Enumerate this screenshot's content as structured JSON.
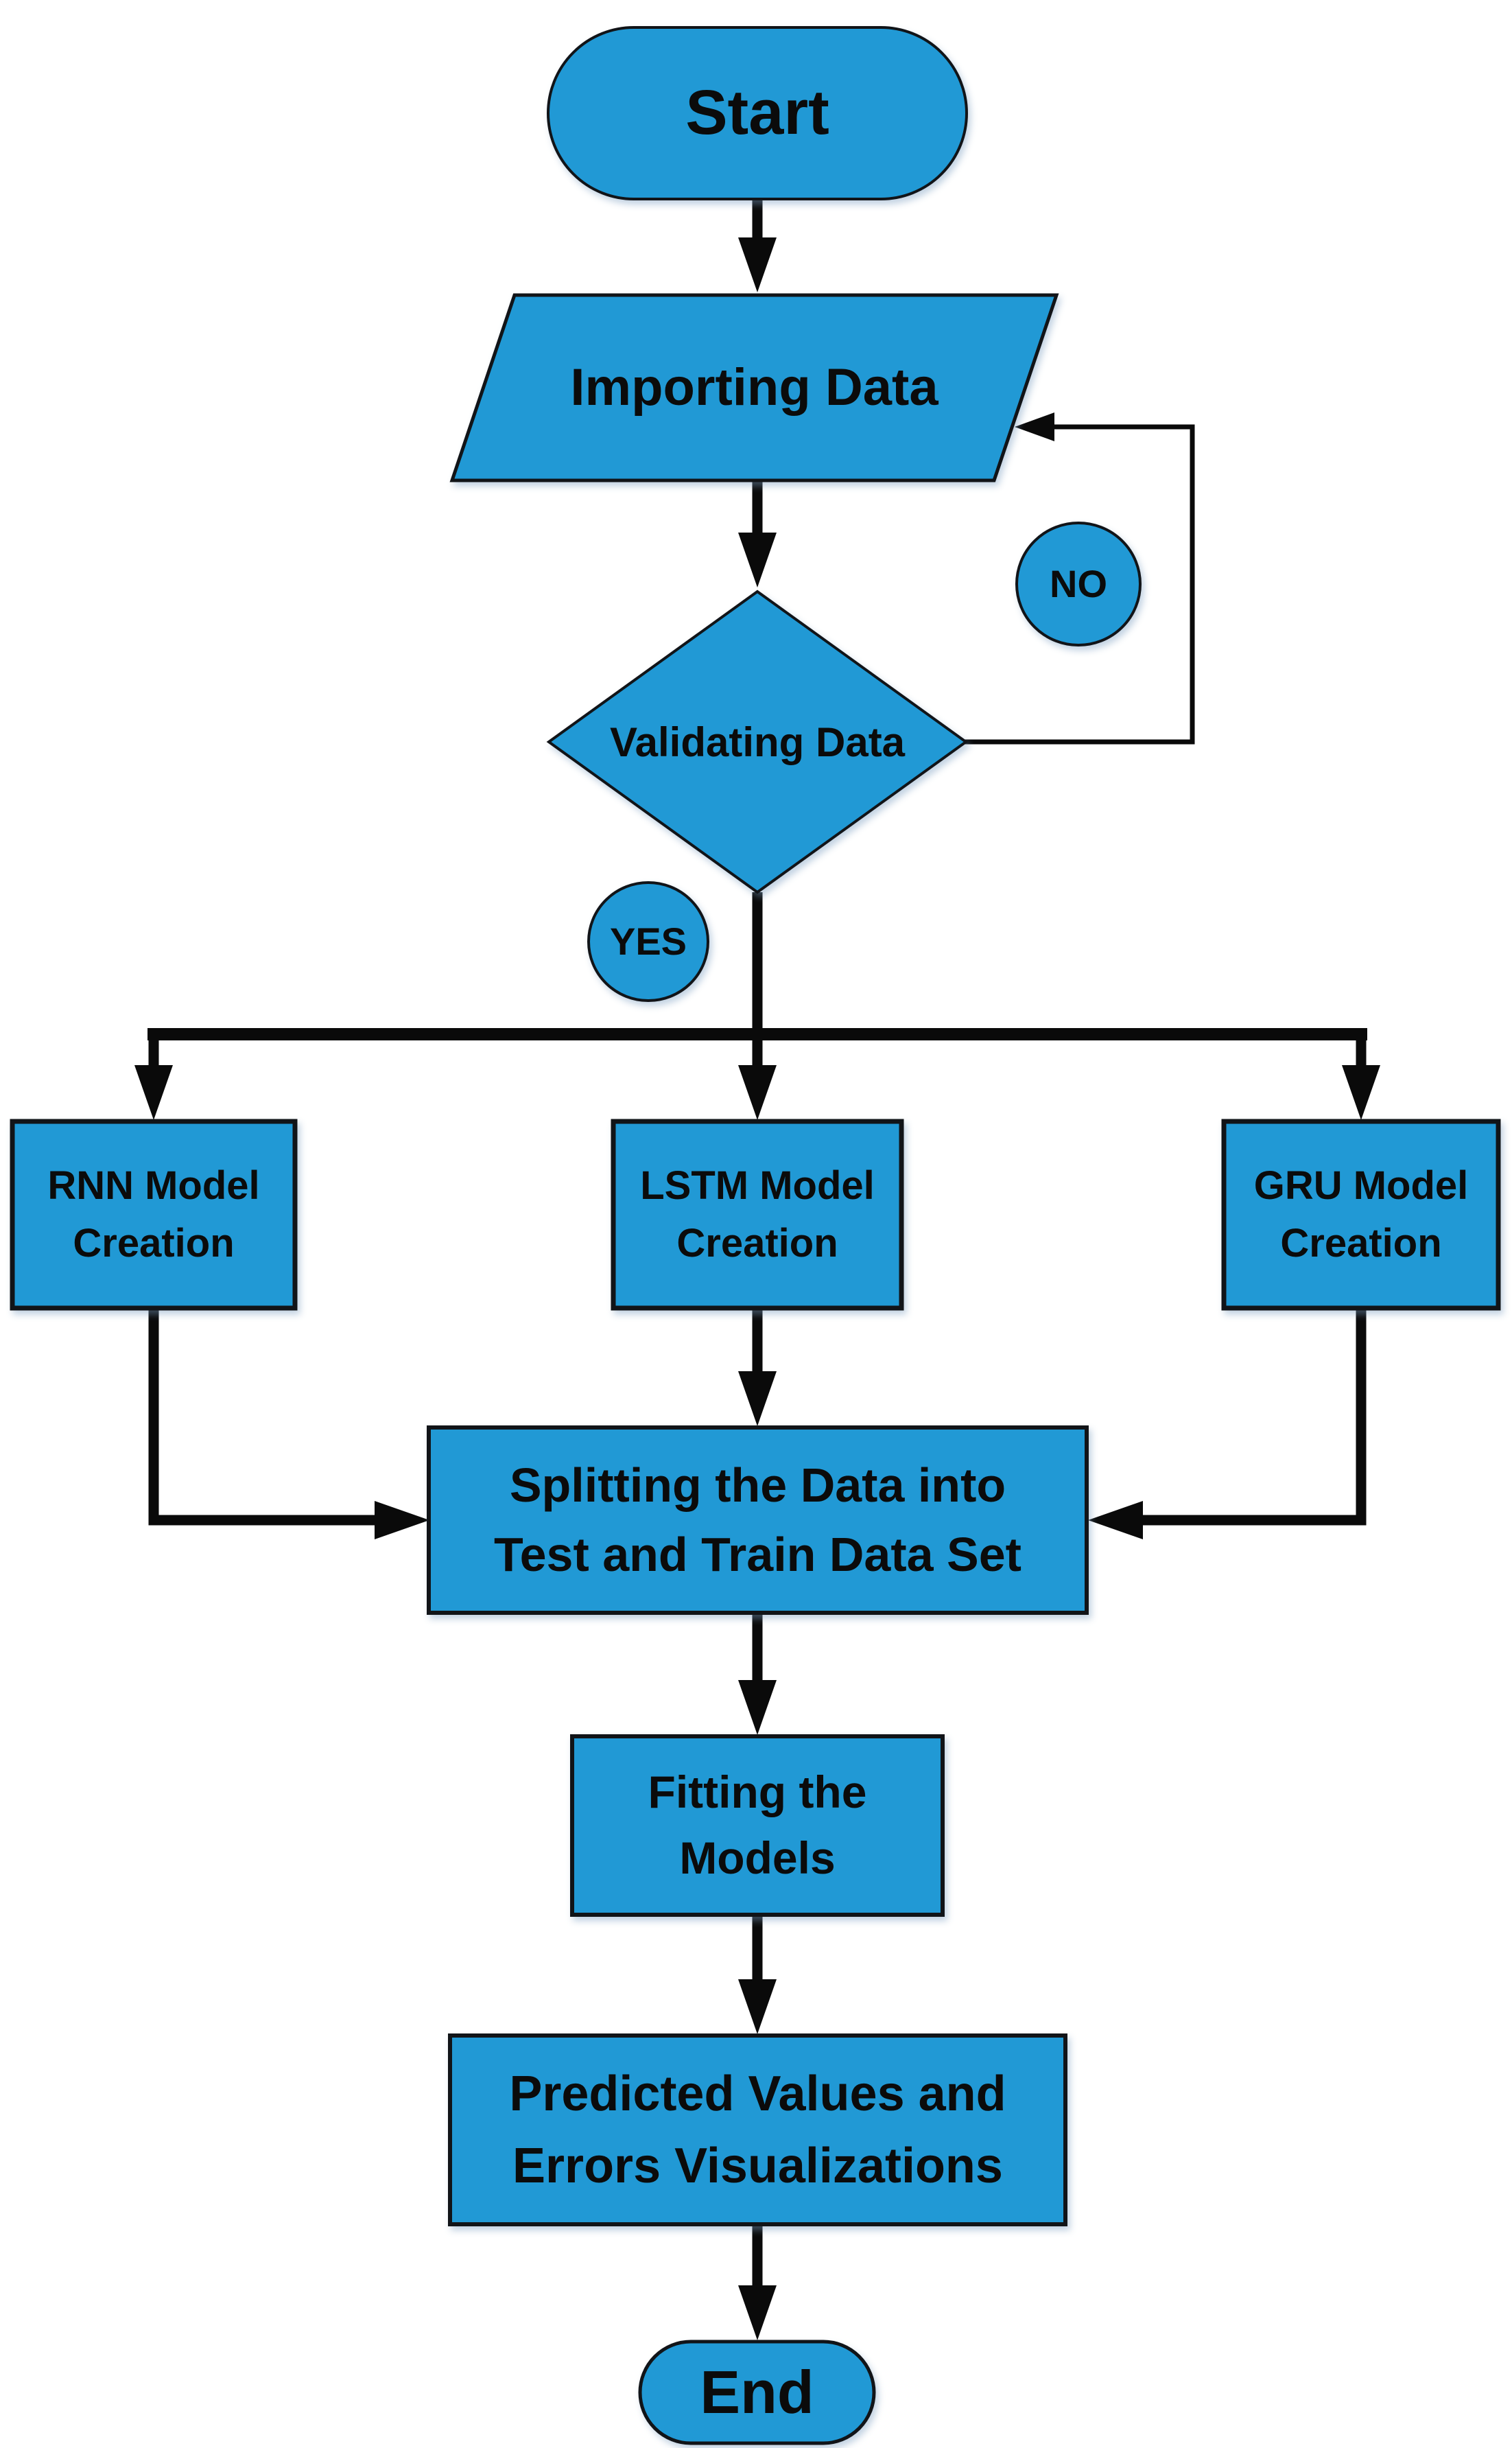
{
  "page": {
    "background": "#ffffff"
  },
  "palette": {
    "node_fill": "#2199d5",
    "node_stroke": "#111418",
    "arrow_color": "#0a0a0a",
    "text_color": "#0b0b0b"
  },
  "diagram": {
    "type": "flowchart",
    "nodes": {
      "start": {
        "label": "Start",
        "shape": "terminator"
      },
      "importing": {
        "label": "Importing Data",
        "shape": "parallelogram"
      },
      "validating": {
        "label": "Validating Data",
        "shape": "decision"
      },
      "no_badge": {
        "label": "NO",
        "shape": "ellipse"
      },
      "yes_badge": {
        "label": "YES",
        "shape": "ellipse"
      },
      "rnn": {
        "label": "RNN Model\nCreation",
        "shape": "process"
      },
      "lstm": {
        "label": "LSTM Model\nCreation",
        "shape": "process"
      },
      "gru": {
        "label": "GRU Model\nCreation",
        "shape": "process"
      },
      "splitting": {
        "label": "Splitting the Data into\nTest and Train Data Set",
        "shape": "process"
      },
      "fitting": {
        "label": "Fitting the\nModels",
        "shape": "process"
      },
      "predicted": {
        "label": "Predicted Values and\nErrors Visualizations",
        "shape": "process"
      },
      "end": {
        "label": "End",
        "shape": "terminator"
      }
    },
    "edges": [
      {
        "from": "start",
        "to": "importing",
        "label": ""
      },
      {
        "from": "importing",
        "to": "validating",
        "label": ""
      },
      {
        "from": "validating",
        "to": "importing",
        "label": "NO"
      },
      {
        "from": "validating",
        "to": "rnn",
        "label": "YES"
      },
      {
        "from": "validating",
        "to": "lstm",
        "label": "YES"
      },
      {
        "from": "validating",
        "to": "gru",
        "label": "YES"
      },
      {
        "from": "rnn",
        "to": "splitting",
        "label": ""
      },
      {
        "from": "lstm",
        "to": "splitting",
        "label": ""
      },
      {
        "from": "gru",
        "to": "splitting",
        "label": ""
      },
      {
        "from": "splitting",
        "to": "fitting",
        "label": ""
      },
      {
        "from": "fitting",
        "to": "predicted",
        "label": ""
      },
      {
        "from": "predicted",
        "to": "end",
        "label": ""
      }
    ]
  }
}
